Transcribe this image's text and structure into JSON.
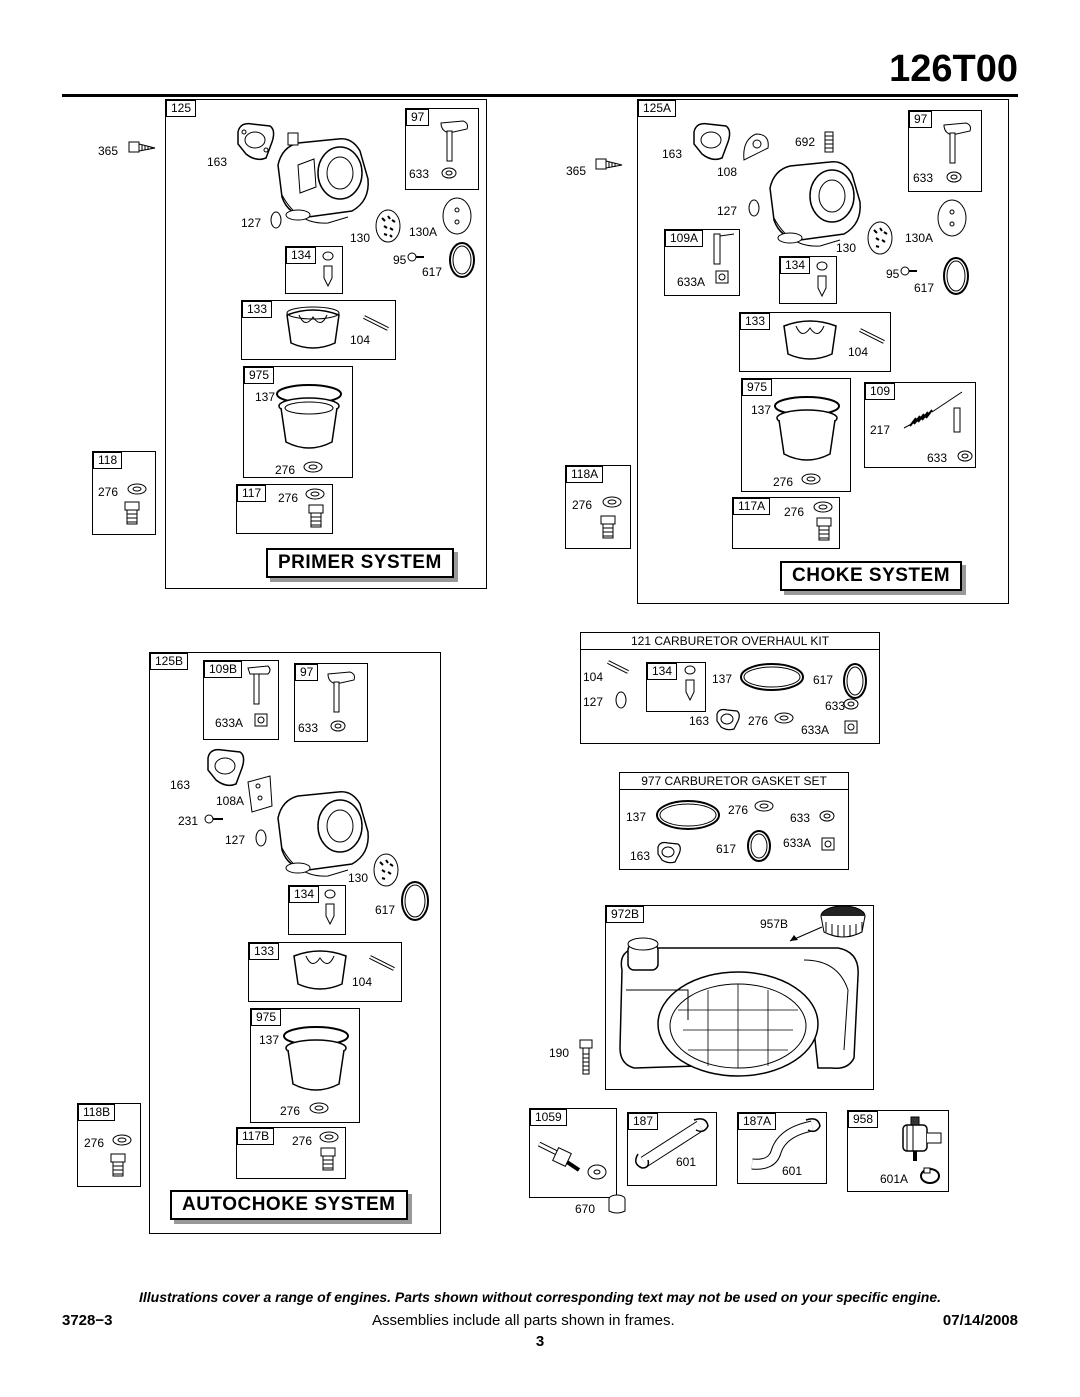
{
  "header": {
    "model": "126T00"
  },
  "primer": {
    "title": "PRIMER SYSTEM",
    "labels": {
      "frame": "125",
      "screw": "365",
      "gasket": "163",
      "pin": "127",
      "plate": "130",
      "plate2": "130A",
      "seal": "617",
      "nut": "95",
      "box97": "97",
      "p633": "633",
      "box134": "134",
      "box133": "133",
      "p104": "104",
      "box975": "975",
      "p137": "137",
      "p276a": "276",
      "box117": "117",
      "p276b": "276",
      "box118": "118",
      "p276c": "276"
    }
  },
  "choke": {
    "title": "CHOKE SYSTEM",
    "labels": {
      "frame": "125A",
      "screw": "365",
      "gasket": "163",
      "plate108": "108",
      "p692": "692",
      "pin": "127",
      "box109A": "109A",
      "p633A": "633A",
      "plate": "130",
      "plate2": "130A",
      "nut": "95",
      "seal": "617",
      "box97": "97",
      "p633": "633",
      "box134": "134",
      "box133": "133",
      "p104": "104",
      "box975": "975",
      "p137": "137",
      "p276a": "276",
      "box109": "109",
      "p217": "217",
      "p633b": "633",
      "box117A": "117A",
      "p276b": "276",
      "box118A": "118A",
      "p276c": "276"
    }
  },
  "autochoke": {
    "title": "AUTOCHOKE SYSTEM",
    "labels": {
      "frame": "125B",
      "box109B": "109B",
      "p633A": "633A",
      "box97": "97",
      "p633": "633",
      "gasket": "163",
      "p108A": "108A",
      "p231": "231",
      "pin": "127",
      "plate": "130",
      "box134": "134",
      "seal": "617",
      "box133": "133",
      "p104": "104",
      "box975": "975",
      "p137": "137",
      "p276a": "276",
      "box117B": "117B",
      "p276b": "276",
      "box118B": "118B",
      "p276c": "276"
    }
  },
  "overhaul": {
    "title": "121 CARBURETOR OVERHAUL KIT",
    "labels": {
      "p104": "104",
      "p127": "127",
      "box134": "134",
      "p137": "137",
      "p617": "617",
      "p633": "633",
      "p163": "163",
      "p276": "276",
      "p633A": "633A"
    }
  },
  "gasketset": {
    "title": "977 CARBURETOR GASKET SET",
    "labels": {
      "p137": "137",
      "p276": "276",
      "p633": "633",
      "p617": "617",
      "p633A": "633A",
      "p163": "163"
    }
  },
  "tank": {
    "labels": {
      "box972B": "972B",
      "p957B": "957B",
      "p190": "190"
    }
  },
  "bottom": {
    "labels": {
      "box1059": "1059",
      "p670": "670",
      "box187": "187",
      "p601a": "601",
      "box187A": "187A",
      "p601b": "601",
      "box958": "958",
      "p601A": "601A"
    }
  },
  "footer": {
    "note": "Illustrations cover a range of engines. Parts shown without corresponding text may not be used on your specific engine.",
    "code": "3728−3",
    "center": "Assemblies include all parts shown in frames.",
    "date": "07/14/2008",
    "page": "3"
  }
}
